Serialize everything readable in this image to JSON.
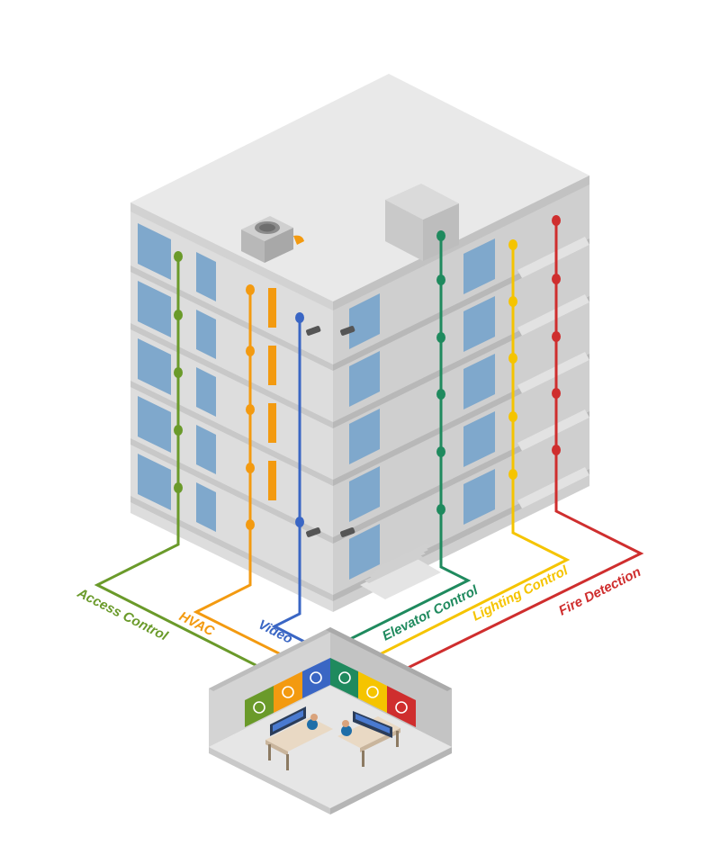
{
  "systems": [
    {
      "key": "access",
      "label": "Access Control",
      "color": "#6a9a2a",
      "icon": "fingerprint-icon"
    },
    {
      "key": "hvac",
      "label": "HVAC",
      "color": "#f39a10",
      "icon": "heat-waves-icon"
    },
    {
      "key": "video",
      "label": "Video",
      "color": "#3a66c4",
      "icon": "camera-icon"
    },
    {
      "key": "elevator",
      "label": "Elevator Control",
      "color": "#1f8a5e",
      "icon": "elevator-icon"
    },
    {
      "key": "lighting",
      "label": "Lighting Control",
      "color": "#f5c400",
      "icon": "lightbulb-icon"
    },
    {
      "key": "fire",
      "label": "Fire Detection",
      "color": "#cf2e2e",
      "icon": "flame-icon"
    }
  ],
  "colors": {
    "wall_light": "#e6e6e6",
    "wall_mid": "#d8d8d8",
    "wall_dark": "#c6c6c6",
    "roof": "#e2e2e2",
    "glass": "#7fa8cc",
    "room_floor": "#e4e4e4"
  }
}
